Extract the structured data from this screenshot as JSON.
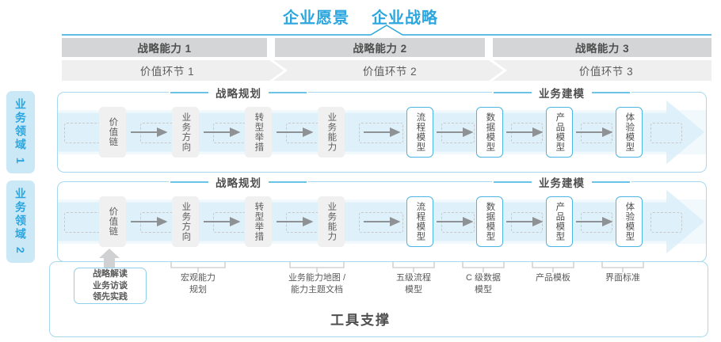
{
  "header": {
    "vision": "企业愿景",
    "strategy": "企业战略"
  },
  "capability_bands": [
    {
      "label": "战略能力 1"
    },
    {
      "label": "战略能力 2"
    },
    {
      "label": "战略能力 3"
    }
  ],
  "value_bands": [
    {
      "label": "价值环节 1"
    },
    {
      "label": "价值环节 2"
    },
    {
      "label": "价值环节 3"
    }
  ],
  "domains": [
    {
      "label": "业务领域 1"
    },
    {
      "label": "业务领域 2"
    }
  ],
  "sections": {
    "planning": "战略规划",
    "modeling": "业务建模"
  },
  "nodes": {
    "planning": [
      {
        "label": "价值链"
      },
      {
        "label": "业务方向"
      },
      {
        "label": "转型举措"
      },
      {
        "label": "业务能力"
      }
    ],
    "modeling": [
      {
        "label": "流程模型"
      },
      {
        "label": "数据模型"
      },
      {
        "label": "产品模型"
      },
      {
        "label": "体验模型"
      }
    ]
  },
  "tools": {
    "primary": {
      "line1": "战略解读",
      "line2": "业务访谈",
      "line3": "领先实践"
    },
    "labels": [
      {
        "line1": "宏观能力",
        "line2": "规划"
      },
      {
        "line1": "业务能力地图 /",
        "line2": "能力主题文档"
      },
      {
        "line1": "五级流程",
        "line2": "模型"
      },
      {
        "line1": "C 级数据",
        "line2": "模型"
      },
      {
        "line1": "产品模板",
        "line2": ""
      },
      {
        "line1": "界面标准",
        "line2": ""
      }
    ],
    "footer": "工具支撑"
  },
  "colors": {
    "accent_blue": "#2ba6de",
    "band_gray": "#d3d5d6",
    "value_gray": "#efefef",
    "node_gray": "#f0f0f0",
    "border_blue": "#a6d9ef"
  }
}
